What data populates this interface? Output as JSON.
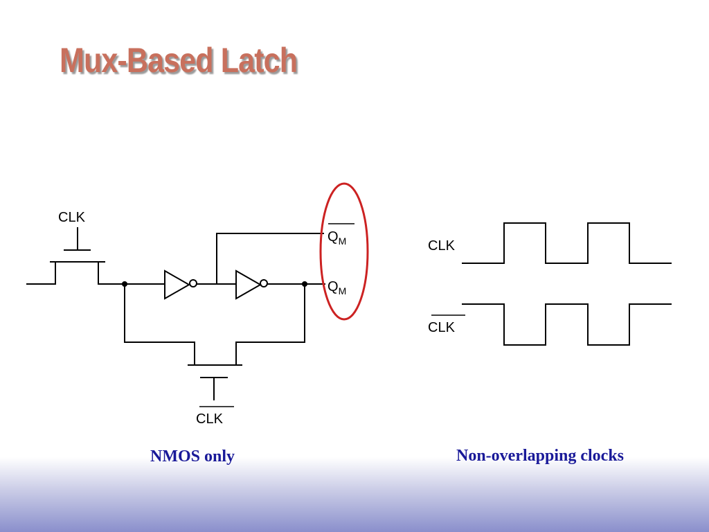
{
  "slide": {
    "title": "Mux-Based Latch",
    "caption_left": "NMOS only",
    "caption_right": "Non-overlapping clocks"
  },
  "circuit": {
    "clk_top_label": "CLK",
    "clk_bottom_label": "CLK",
    "qm_bar_label": "Q",
    "qm_bar_sub": "M",
    "qm_label": "Q",
    "qm_sub": "M"
  },
  "waveform": {
    "clk_label": "CLK",
    "clk_bar_label": "CLK"
  },
  "colors": {
    "title": "#c8705d",
    "caption": "#1a1a99",
    "highlight": "#cc2222"
  }
}
